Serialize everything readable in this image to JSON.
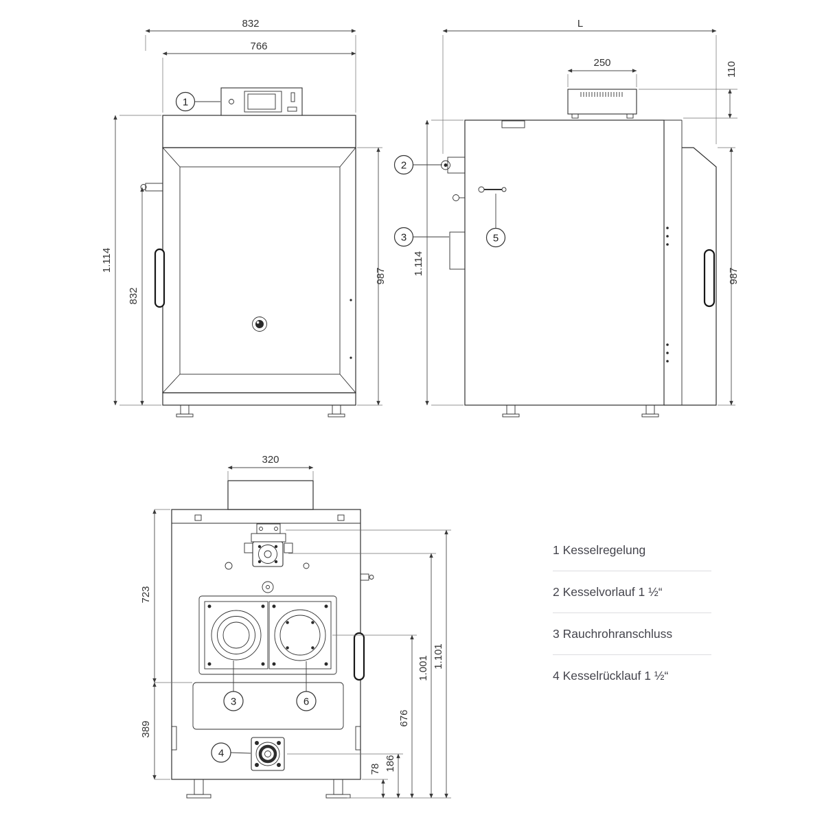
{
  "views": {
    "front": {
      "dim_width_outer": "832",
      "dim_width_inner": "766",
      "dim_height_total": "1.114",
      "dim_height_door": "832",
      "dim_height_body": "987",
      "callouts": {
        "regelung": "1"
      }
    },
    "side": {
      "dim_length": "L",
      "dim_control_width": "250",
      "dim_control_height": "110",
      "dim_height_total": "1.114",
      "dim_height_body": "987",
      "callouts": {
        "vorlauf": "2",
        "rauchrohr": "3",
        "griff": "5"
      }
    },
    "rear": {
      "dim_flue_width": "320",
      "dim_upper_height": "723",
      "dim_lower_height": "389",
      "dim_opening_height": "676",
      "dim_flange_height": "1.001",
      "dim_bracket_height": "1.101",
      "dim_ruecklauf_height": "186",
      "dim_bottom_offset": "78",
      "callouts": {
        "rauchrohr": "3",
        "pos6": "6",
        "ruecklauf": "4"
      }
    }
  },
  "legend": {
    "items": [
      {
        "label": "1 Kesselregelung"
      },
      {
        "label": "2 Kesselvorlauf 1 ½“"
      },
      {
        "label": "3 Rauchrohranschluss"
      },
      {
        "label": "4 Kesselrücklauf 1 ½“"
      }
    ]
  },
  "colors": {
    "line": "#2e2e2e",
    "text": "#44444c",
    "separator": "#dcdce0"
  }
}
